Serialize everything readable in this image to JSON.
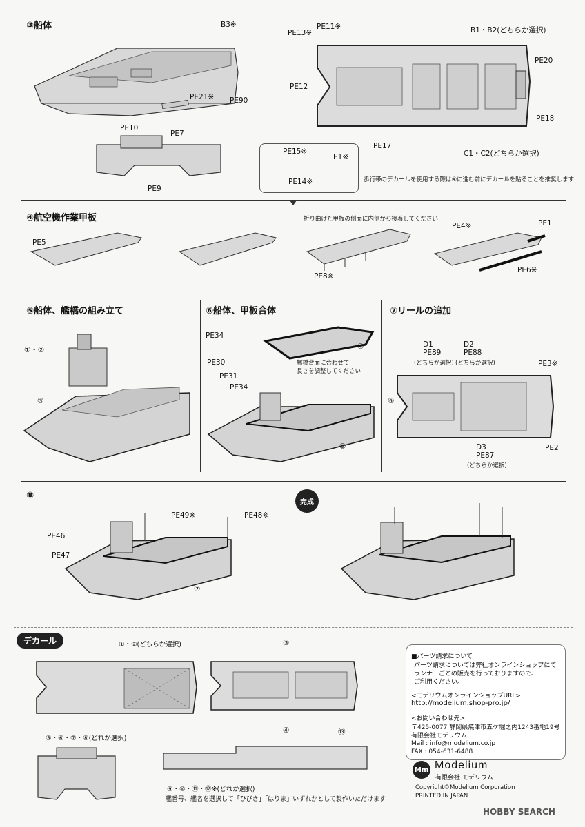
{
  "steps": {
    "s3": {
      "title": "③船体",
      "labels": {
        "b3": "B3※",
        "pe13": "PE13※",
        "pe11": "PE11※",
        "b1b2": "B1・B2(どちらか選択)",
        "pe20": "PE20",
        "pe12": "PE12",
        "pe21": "PE21※",
        "pe90": "PE90",
        "pe10": "PE10",
        "pe7": "PE7",
        "pe9": "PE9",
        "pe18": "PE18",
        "pe17": "PE17",
        "pe15": "PE15※",
        "e1": "E1※",
        "pe14": "PE14※",
        "c1c2": "C1・C2(どちらか選択)"
      },
      "note": "歩行帯のデカールを使用する際は④に進む前にデカールを貼ることを推奨します"
    },
    "s4": {
      "title": "④航空機作業甲板",
      "labels": {
        "pe5": "PE5",
        "pe8": "PE8※",
        "pe4": "PE4※",
        "pe1": "PE1",
        "pe6": "PE6※"
      },
      "note": "折り曲げた甲板の側面に内側から接着してください"
    },
    "s5": {
      "title": "⑤船体、艦橋の組み立て",
      "labels": {
        "c12": "①・②",
        "c3": "③"
      }
    },
    "s6": {
      "title": "⑥船体、甲板合体",
      "labels": {
        "pe34a": "PE34",
        "pe30": "PE30",
        "pe31": "PE31",
        "pe34b": "PE34",
        "c4": "④",
        "c5": "⑤"
      },
      "note1": "艦橋背面に合わせて",
      "note2": "長さを調整してください"
    },
    "s7": {
      "title": "⑦リールの追加",
      "labels": {
        "d1": "D1",
        "pe89": "PE89",
        "choice1": "(どちらか選択)",
        "d2": "D2",
        "pe88": "PE88",
        "choice2": "(どちらか選択)",
        "pe3": "PE3※",
        "c6": "⑥",
        "d3": "D3",
        "pe87": "PE87",
        "choice3": "(どちらか選択)",
        "pe2": "PE2"
      }
    },
    "s8": {
      "title": "⑧",
      "labels": {
        "pe49": "PE49※",
        "pe48": "PE48※",
        "pe46": "PE46",
        "pe47": "PE47",
        "c7": "⑦"
      }
    },
    "done": {
      "title": "完成"
    }
  },
  "decal": {
    "badge": "デカール",
    "labels": {
      "c12": "①・②(どちらか選択)",
      "c3": "③",
      "c4": "④",
      "c13": "⑬",
      "c5678": "⑤・⑥・⑦・⑧(どれか選択)",
      "c9to12": "⑨・⑩・⑪・⑫※(どれか選択)"
    },
    "note": "艦番号、艦名を選択して「ひびき」「はりま」いずれかとして製作いただけます"
  },
  "info": {
    "h1": "■パーツ請求について",
    "l1": "パーツ請求については弊社オンラインショップにて",
    "l2": "ランナーごとの販売を行っておりますので、",
    "l3": "ご利用ください。",
    "shop_label": "<モデリウムオンラインショップURL>",
    "shop_url": "http://modelium.shop-pro.jp/",
    "contact_label": "<お問い合わせ先>",
    "addr": "〒425-0077 静岡県焼津市五ケ堀之内1243番地19号",
    "company": "有限会社モデリウム",
    "mail": "Mail : info@modelium.co.jp",
    "fax": "FAX : 054-631-6488"
  },
  "brand": {
    "logo_mark": "Mm",
    "logo_text": "Modelium",
    "logo_sub": "有限会社 モデリウム",
    "copyright": "Copyright©Modelium Corporation",
    "printed": "PRINTED IN JAPAN"
  },
  "watermark": "HOBBY SEARCH"
}
